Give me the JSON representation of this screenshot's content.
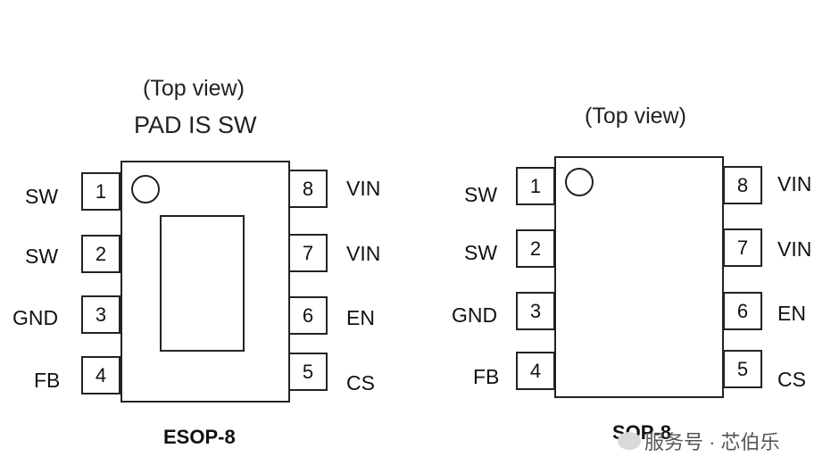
{
  "left": {
    "view_label": "(Top view)",
    "pad_note": "PAD IS SW",
    "package_name": "ESOP-8",
    "pins_left": [
      {
        "num": "1",
        "label": "SW"
      },
      {
        "num": "2",
        "label": "SW"
      },
      {
        "num": "3",
        "label": "GND"
      },
      {
        "num": "4",
        "label": "FB"
      }
    ],
    "pins_right": [
      {
        "num": "8",
        "label": "VIN"
      },
      {
        "num": "7",
        "label": "VIN"
      },
      {
        "num": "6",
        "label": "EN"
      },
      {
        "num": "5",
        "label": "CS"
      }
    ]
  },
  "right": {
    "view_label": "(Top view)",
    "package_name": "SOP-8",
    "pins_left": [
      {
        "num": "1",
        "label": "SW"
      },
      {
        "num": "2",
        "label": "SW"
      },
      {
        "num": "3",
        "label": "GND"
      },
      {
        "num": "4",
        "label": "FB"
      }
    ],
    "pins_right": [
      {
        "num": "8",
        "label": "VIN"
      },
      {
        "num": "7",
        "label": "VIN"
      },
      {
        "num": "6",
        "label": "EN"
      },
      {
        "num": "5",
        "label": "CS"
      }
    ]
  },
  "watermark": "服务号 · 芯伯乐"
}
